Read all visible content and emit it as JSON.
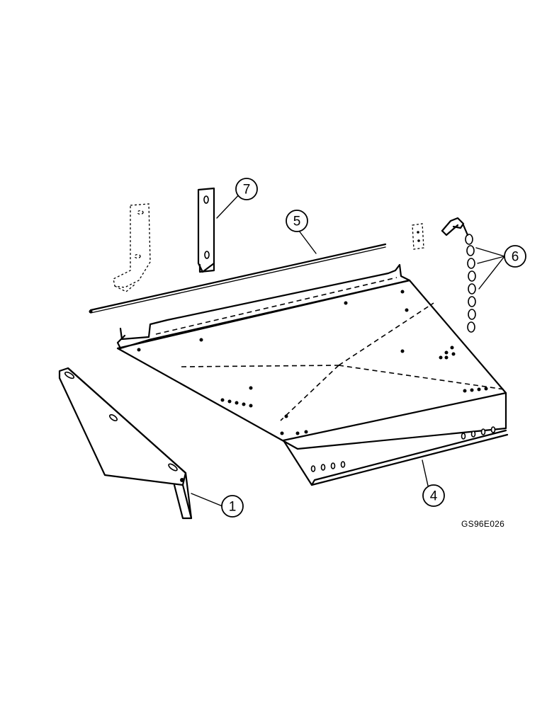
{
  "figure_id": "GS96E026",
  "callouts": [
    {
      "label": "1"
    },
    {
      "label": "4"
    },
    {
      "label": "5"
    },
    {
      "label": "6"
    },
    {
      "label": "7"
    }
  ]
}
